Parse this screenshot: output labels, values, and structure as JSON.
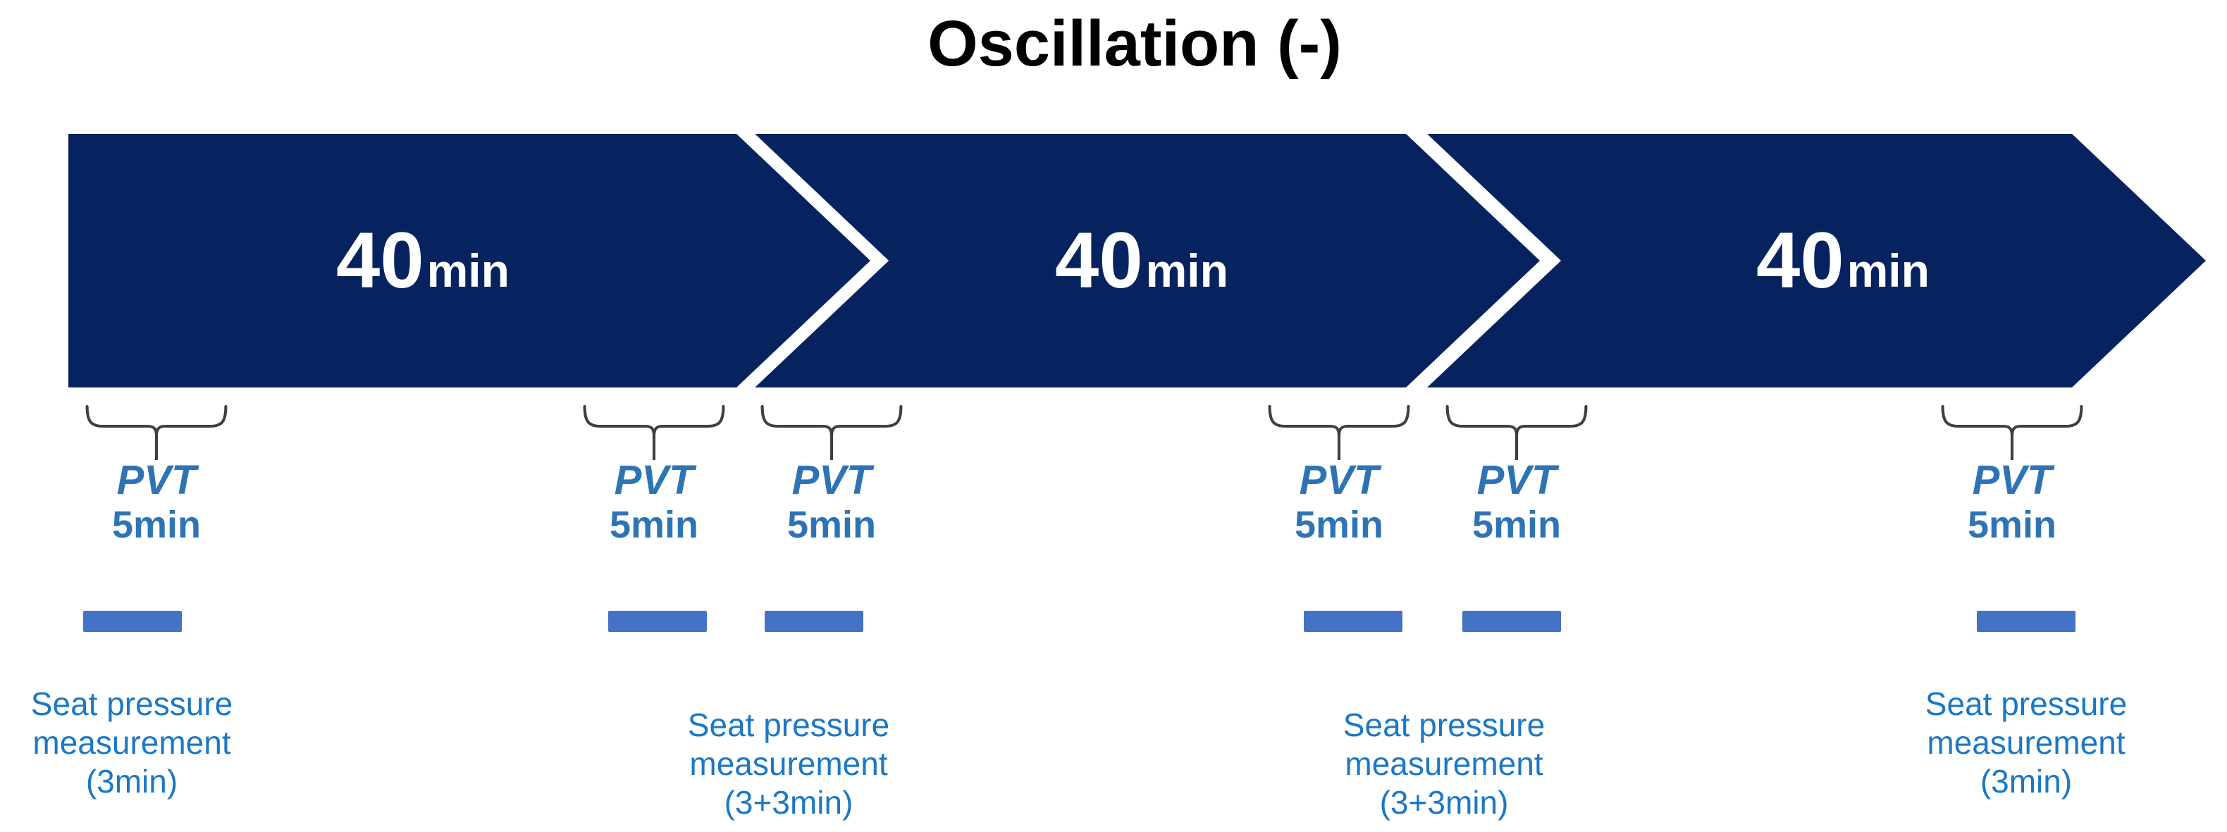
{
  "title": "Oscillation (-)",
  "colors": {
    "title_black": "#000000",
    "arrow_navy": "#07235f",
    "pvt_blue": "#2E74B5",
    "bar_blue": "#4472C4",
    "seat_blue": "#1B78C4",
    "brace_gray": "#3f3f3f",
    "arrow_text_white": "#ffffff"
  },
  "timeline": {
    "segments": [
      {
        "duration": "40",
        "unit": "min"
      },
      {
        "duration": "40",
        "unit": "min"
      },
      {
        "duration": "40",
        "unit": "min"
      }
    ]
  },
  "pvt_groups": [
    {
      "name": "PVT",
      "duration": "5min"
    },
    {
      "name": "PVT",
      "duration": "5min"
    },
    {
      "name": "PVT",
      "duration": "5min"
    },
    {
      "name": "PVT",
      "duration": "5min"
    },
    {
      "name": "PVT",
      "duration": "5min"
    },
    {
      "name": "PVT",
      "duration": "5min"
    }
  ],
  "seat_labels": [
    {
      "lines": [
        "Seat pressure",
        "measurement",
        "(3min)"
      ]
    },
    {
      "lines": [
        "Seat pressure",
        "measurement",
        "(3+3min)"
      ]
    },
    {
      "lines": [
        "Seat pressure",
        "measurement",
        "(3+3min)"
      ]
    },
    {
      "lines": [
        "Seat pressure",
        "measurement",
        "(3min)"
      ]
    }
  ]
}
